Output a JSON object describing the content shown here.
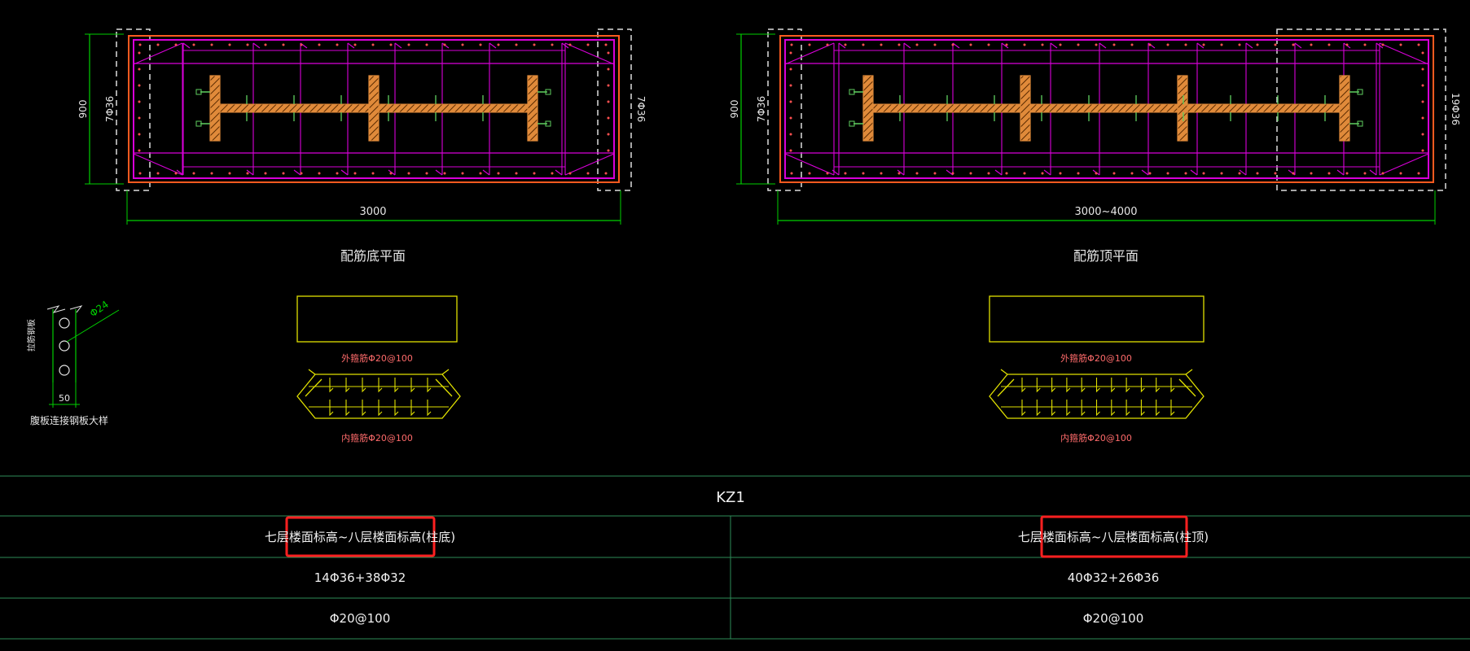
{
  "colors": {
    "background": "#000000",
    "outer_frame": "#ff5a1f",
    "stirrups": "#d900d9",
    "dimension": "#00d000",
    "steel_section": "#e08a3a",
    "detail": "#e0e000",
    "table_lines": "#2e8b57",
    "highlight": "#ff2020",
    "tie_bar": "#60d060"
  },
  "left_plan": {
    "height_dim": "900",
    "left_rebar": "7Φ36",
    "right_rebar": "7Φ36",
    "width_dim": "3000",
    "title": "配筋底平面"
  },
  "right_plan": {
    "height_dim": "900",
    "left_rebar": "7Φ36",
    "right_rebar": "19Φ36",
    "width_dim": "3000~4000",
    "title": "配筋顶平面"
  },
  "left_detail": {
    "outer_label": "外箍筋Φ20@100",
    "inner_label": "内箍筋Φ20@100"
  },
  "right_detail": {
    "outer_label": "外箍筋Φ20@100",
    "inner_label": "内箍筋Φ20@100"
  },
  "connector_detail": {
    "hole_label": "Φ24",
    "side_label": "拉筋钢板",
    "width_dim": "50",
    "caption": "腹板连接钢板大样"
  },
  "table": {
    "title": "KZ1",
    "rows": [
      {
        "left": "七层楼面标高~八层楼面标高(柱底)",
        "right": "七层楼面标高~八层楼面标高(柱顶)"
      },
      {
        "left": "14Φ36+38Φ32",
        "right": "40Φ32+26Φ36"
      },
      {
        "left": "Φ20@100",
        "right": "Φ20@100"
      }
    ]
  }
}
